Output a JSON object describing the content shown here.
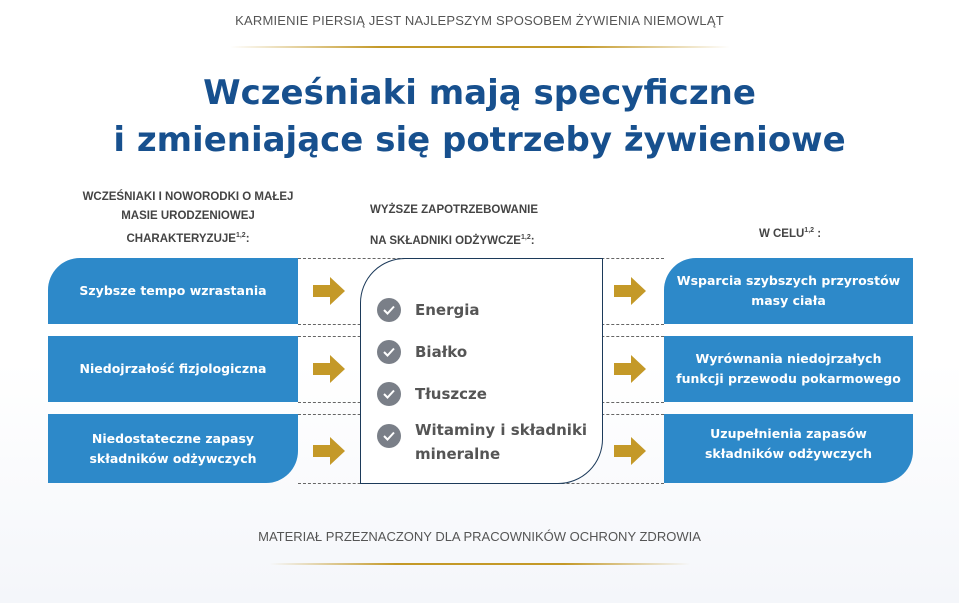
{
  "header": {
    "tagline": "KARMIENIE PIERSIĄ JEST NAJLEPSZYM SPOSOBEM ŻYWIENIA NIEMOWLĄT"
  },
  "title": {
    "line1": "Wcześniaki mają specyficzne",
    "line2": "i zmieniające się potrzeby żywieniowe"
  },
  "columns": {
    "left": {
      "heading_l1": "WCZEŚNIAKI I NOWORODKI O MAŁEJ",
      "heading_l2": "MASIE URODZENIOWEJ",
      "heading_l3": "CHARAKTERYZUJE",
      "sup": "1,2",
      "colon": ":",
      "items": [
        "Szybsze tempo wzrastania",
        "Niedojrzałość fizjologiczna",
        "Niedostateczne zapasy składników odżywczych"
      ]
    },
    "center": {
      "heading_l1": "WYŻSZE ZAPOTRZEBOWANIE",
      "heading_l2": "NA SKŁADNIKI ODŻYWCZE",
      "sup": "1,2",
      "colon": ":",
      "items": [
        "Energia",
        "Białko",
        "Tłuszcze",
        "Witaminy i składniki mineralne"
      ]
    },
    "right": {
      "heading": "W CELU",
      "sup": "1,2",
      "colon": " :",
      "items": [
        "Wsparcia szybszych przyrostów masy ciała",
        "Wyrównania niedojrzałych funkcji przewodu pokarmowego",
        "Uzupełnienia zapasów składników odżywczych"
      ]
    }
  },
  "footer": {
    "text": "MATERIAŁ PRZEZNACZONY DLA PRACOWNIKÓW OCHRONY ZDROWIA"
  },
  "colors": {
    "blue": "#2d89c9",
    "title": "#17508e",
    "gold": "#c49928"
  }
}
